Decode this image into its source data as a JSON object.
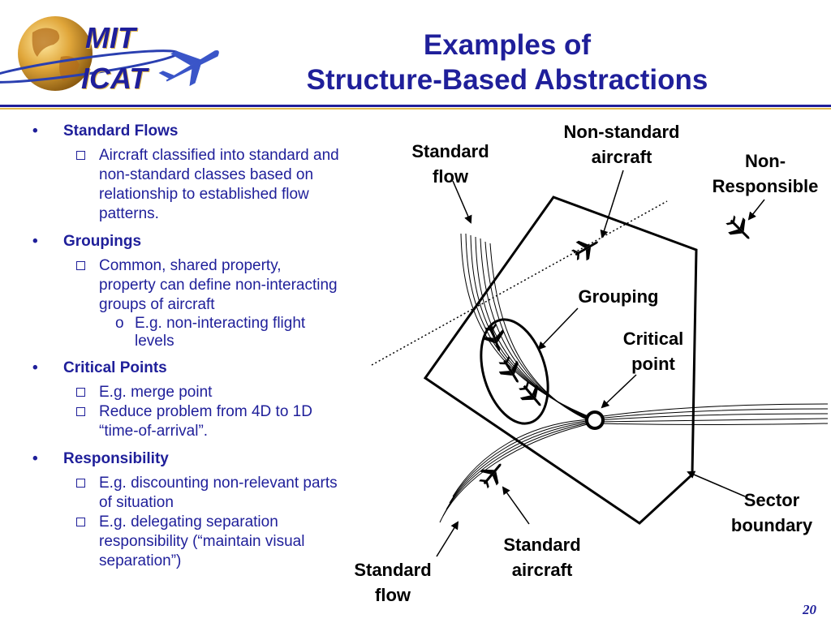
{
  "logo": {
    "line1": "MIT",
    "line2": "ICAT"
  },
  "title": {
    "line1": "Examples of",
    "line2": "Structure-Based Abstractions"
  },
  "bullets": [
    {
      "heading": "Standard Flows",
      "items": [
        {
          "text": "Aircraft classified into standard and non-standard classes based on relationship to established flow patterns.",
          "subitems": []
        }
      ]
    },
    {
      "heading": "Groupings",
      "items": [
        {
          "text": "Common, shared property, property can define non-interacting groups of aircraft",
          "subitems": [
            "E.g. non-interacting flight levels"
          ]
        }
      ]
    },
    {
      "heading": "Critical Points",
      "items": [
        {
          "text": "E.g. merge point",
          "subitems": []
        },
        {
          "text": "Reduce problem from 4D to 1D “time-of-arrival”.",
          "subitems": []
        }
      ]
    },
    {
      "heading": "Responsibility",
      "items": [
        {
          "text": "E.g. discounting non-relevant parts of situation",
          "subitems": []
        },
        {
          "text": "E.g. delegating separation responsibility (“maintain visual separation”)",
          "subitems": []
        }
      ]
    }
  ],
  "diagram": {
    "standard_flow_top": {
      "line1": "Standard",
      "line2": "flow"
    },
    "non_standard_aircraft": {
      "line1": "Non-standard",
      "line2": "aircraft"
    },
    "non_responsible": {
      "line1": "Non-",
      "line2": "Responsible"
    },
    "grouping": "Grouping",
    "critical_point": {
      "line1": "Critical",
      "line2": "point"
    },
    "sector_boundary": {
      "line1": "Sector",
      "line2": "boundary"
    },
    "standard_aircraft": {
      "line1": "Standard",
      "line2": "aircraft"
    },
    "standard_flow_bottom": {
      "line1": "Standard",
      "line2": "flow"
    }
  },
  "page_number": "20",
  "colors": {
    "text_blue": "#1f1f9a",
    "logo_gold": "#e0b84a"
  }
}
